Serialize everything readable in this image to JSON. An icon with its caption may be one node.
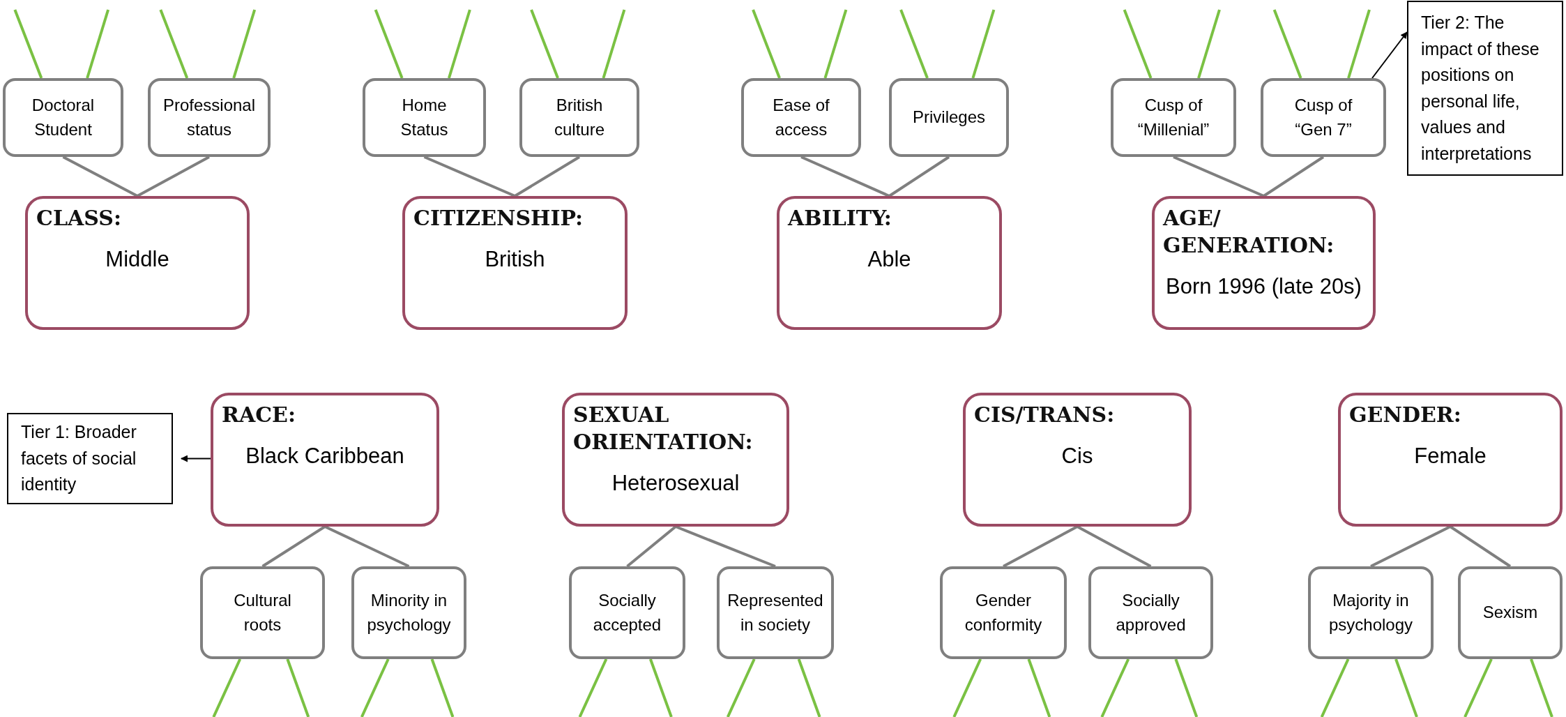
{
  "diagram": {
    "nodes": [
      {
        "text": [
          "Doctoral Student"
        ]
      },
      {
        "text": [
          "Professional status"
        ]
      },
      {
        "text": [
          "Home Status"
        ]
      },
      {
        "text": [
          "British culture"
        ]
      },
      {
        "text": [
          "Ease of access"
        ]
      },
      {
        "text": [
          "Privileges"
        ]
      },
      {
        "text": [
          "Cusp of “Millenial”"
        ]
      },
      {
        "text": [
          "Cusp of “Gen 7”"
        ]
      },
      {
        "text": [
          "Tier 2: The impact of these positions on personal life, values and interpretations"
        ]
      },
      {
        "text": [
          "CLASS:",
          "Middle"
        ]
      },
      {
        "text": [
          "CITIZENSHIP:",
          "British"
        ]
      },
      {
        "text": [
          "ABILITY:",
          "Able"
        ]
      },
      {
        "text": [
          "AGE/ GENERATION:",
          "Born 1996 (late 20s)"
        ]
      },
      {
        "text": [
          "Tier 1: Broader facets of social identity"
        ]
      },
      {
        "text": [
          "RACE:",
          "Black Caribbean"
        ]
      },
      {
        "text": [
          "SEXUAL ORIENTATION:",
          "Heterosexual"
        ]
      },
      {
        "text": [
          "CIS/TRANS:",
          "Cis"
        ]
      },
      {
        "text": [
          "GENDER:",
          "Female"
        ]
      },
      {
        "text": [
          "Cultural roots"
        ]
      },
      {
        "text": [
          "Minority in psychology"
        ]
      },
      {
        "text": [
          "Socially accepted"
        ]
      },
      {
        "text": [
          "Represented in society"
        ]
      },
      {
        "text": [
          "Gender conformity"
        ]
      },
      {
        "text": [
          "Socially approved"
        ]
      },
      {
        "text": [
          "Majority in psychology"
        ]
      },
      {
        "text": [
          "Sexism"
        ]
      }
    ],
    "edges": [
      {
        "from": 0,
        "to": 9,
        "arrow": "none",
        "color": "#7f7f7f"
      },
      {
        "from": 1,
        "to": 9,
        "arrow": "none",
        "color": "#7f7f7f"
      },
      {
        "from": 2,
        "to": 10,
        "arrow": "none",
        "color": "#7f7f7f"
      },
      {
        "from": 3,
        "to": 10,
        "arrow": "none",
        "color": "#7f7f7f"
      },
      {
        "from": 4,
        "to": 11,
        "arrow": "none",
        "color": "#7f7f7f"
      },
      {
        "from": 5,
        "to": 11,
        "arrow": "none",
        "color": "#7f7f7f"
      },
      {
        "from": 6,
        "to": 12,
        "arrow": "none",
        "color": "#7f7f7f"
      },
      {
        "from": 7,
        "to": 12,
        "arrow": "none",
        "color": "#7f7f7f"
      },
      {
        "from": 14,
        "to": 18,
        "arrow": "none",
        "color": "#7f7f7f"
      },
      {
        "from": 14,
        "to": 19,
        "arrow": "none",
        "color": "#7f7f7f"
      },
      {
        "from": 15,
        "to": 20,
        "arrow": "none",
        "color": "#7f7f7f"
      },
      {
        "from": 15,
        "to": 21,
        "arrow": "none",
        "color": "#7f7f7f"
      },
      {
        "from": 16,
        "to": 22,
        "arrow": "none",
        "color": "#7f7f7f"
      },
      {
        "from": 16,
        "to": 23,
        "arrow": "none",
        "color": "#7f7f7f"
      },
      {
        "from": 17,
        "to": 24,
        "arrow": "none",
        "color": "#7f7f7f"
      },
      {
        "from": 17,
        "to": 25,
        "arrow": "none",
        "color": "#7f7f7f"
      },
      {
        "from": 0,
        "to": null,
        "arrow": "none"
      },
      {
        "from": 0,
        "to": null,
        "arrow": "none"
      },
      {
        "from": 1,
        "to": null,
        "arrow": "none"
      },
      {
        "from": 1,
        "to": null,
        "arrow": "none"
      },
      {
        "from": 2,
        "to": null,
        "arrow": "none"
      },
      {
        "from": 2,
        "to": null,
        "arrow": "none"
      },
      {
        "from": 3,
        "to": null,
        "arrow": "none"
      },
      {
        "from": 3,
        "to": null,
        "arrow": "none"
      },
      {
        "from": 4,
        "to": null,
        "arrow": "none"
      },
      {
        "from": 4,
        "to": null,
        "arrow": "none"
      },
      {
        "from": 5,
        "to": null,
        "arrow": "none"
      },
      {
        "from": 5,
        "to": null,
        "arrow": "none"
      },
      {
        "from": 6,
        "to": null,
        "arrow": "none"
      },
      {
        "from": 6,
        "to": null,
        "arrow": "none"
      },
      {
        "from": 7,
        "to": null,
        "arrow": "none"
      },
      {
        "from": 7,
        "to": null,
        "arrow": "none"
      },
      {
        "from": 18,
        "to": null,
        "arrow": "none"
      },
      {
        "from": 18,
        "to": null,
        "arrow": "none"
      },
      {
        "from": 19,
        "to": null,
        "arrow": "none"
      },
      {
        "from": 19,
        "to": null,
        "arrow": "none"
      },
      {
        "from": 20,
        "to": null,
        "arrow": "none"
      },
      {
        "from": 20,
        "to": null,
        "arrow": "none"
      },
      {
        "from": 21,
        "to": null,
        "arrow": "none"
      },
      {
        "from": 21,
        "to": null,
        "arrow": "none"
      },
      {
        "from": 22,
        "to": null,
        "arrow": "none"
      },
      {
        "from": 22,
        "to": null,
        "arrow": "none"
      },
      {
        "from": 23,
        "to": null,
        "arrow": "none"
      },
      {
        "from": 23,
        "to": null,
        "arrow": "none"
      },
      {
        "from": 24,
        "to": null,
        "arrow": "none"
      },
      {
        "from": 24,
        "to": null,
        "arrow": "none"
      },
      {
        "from": 25,
        "to": null,
        "arrow": "none"
      },
      {
        "from": 25,
        "to": null,
        "arrow": "none"
      },
      {
        "from": 14,
        "to": 13,
        "arrow": "to",
        "color": "#000000"
      },
      {
        "from": 7,
        "to": 8,
        "arrow": "to",
        "color": "#000000"
      }
    ]
  }
}
